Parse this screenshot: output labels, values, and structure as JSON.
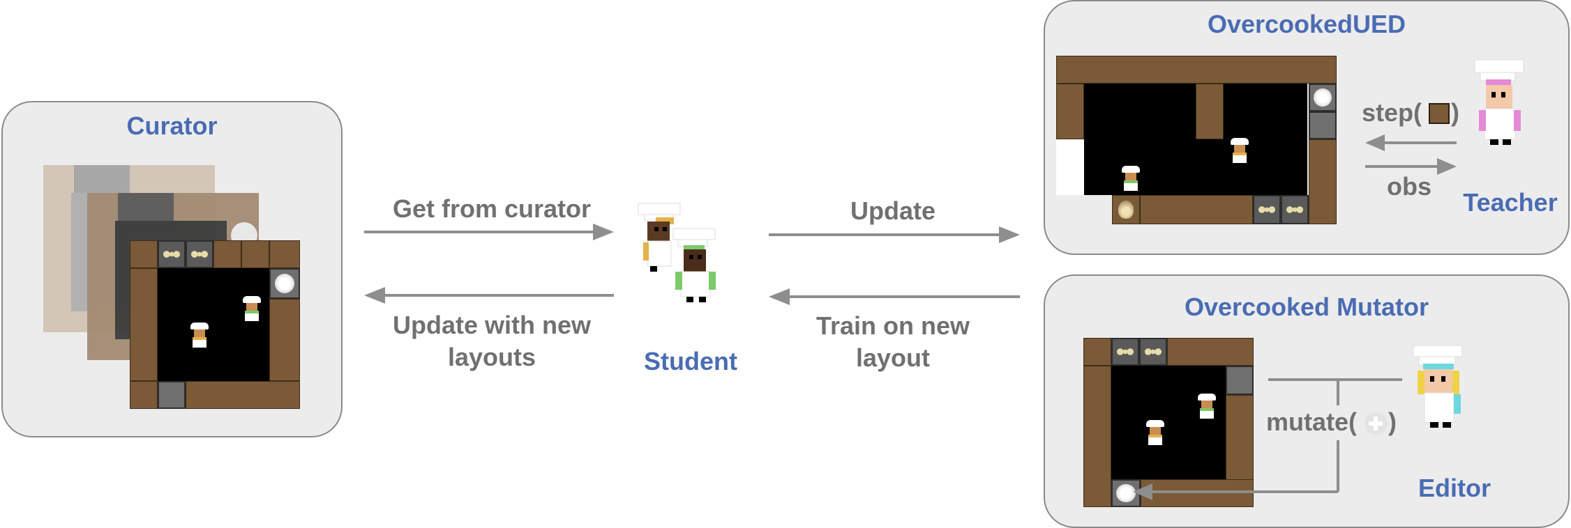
{
  "curator": {
    "title": "Curator"
  },
  "student": {
    "label": "Student"
  },
  "overcooked_ued": {
    "title": "OvercookedUED",
    "step_label_prefix": "step(",
    "step_label_suffix": ")",
    "obs_label": "obs",
    "teacher_label": "Teacher"
  },
  "mutator": {
    "title": "Overcooked Mutator",
    "mutate_label_prefix": "mutate(",
    "mutate_label_suffix": ")",
    "editor_label": "Editor"
  },
  "flows": {
    "get_from_curator": "Get from curator",
    "update_with_new_layouts_1": "Update with new",
    "update_with_new_layouts_2": "layouts",
    "update": "Update",
    "train_on_new_layout_1": "Train on new",
    "train_on_new_layout_2": "layout"
  },
  "colors": {
    "title_blue": "#4a6cb3",
    "label_gray": "#707070",
    "arrow_gray": "#8e8e8e",
    "wall_brown": "#7a5a37"
  }
}
